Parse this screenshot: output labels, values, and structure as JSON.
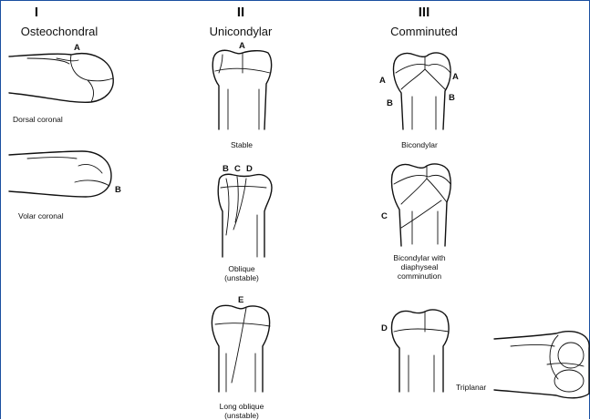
{
  "columns": [
    {
      "numeral": "I",
      "title": "Osteochondral"
    },
    {
      "numeral": "II",
      "title": "Unicondylar"
    },
    {
      "numeral": "III",
      "title": "Comminuted"
    }
  ],
  "captions": {
    "dorsal_coronal": "Dorsal coronal",
    "volar_coronal": "Volar coronal",
    "stable": "Stable",
    "oblique": [
      "Oblique",
      "(unstable)"
    ],
    "long_oblique": [
      "Long oblique",
      "(unstable)"
    ],
    "bicondylar": "Bicondylar",
    "bicondylar_diaphyseal": [
      "Bicondylar with",
      "diaphyseal",
      "comminution"
    ],
    "triplanar": "Triplanar"
  },
  "fracture_labels": {
    "a1": "A",
    "b1": "B",
    "a2": "A",
    "b2": "B",
    "c2": "C",
    "d2": "D",
    "e2": "E",
    "a3_left": "A",
    "a3_right": "A",
    "b3_left": "B",
    "b3_right": "B",
    "c3": "C",
    "d3": "D"
  },
  "colors": {
    "frame_border": "#1a4fa0",
    "ink": "#111111"
  }
}
